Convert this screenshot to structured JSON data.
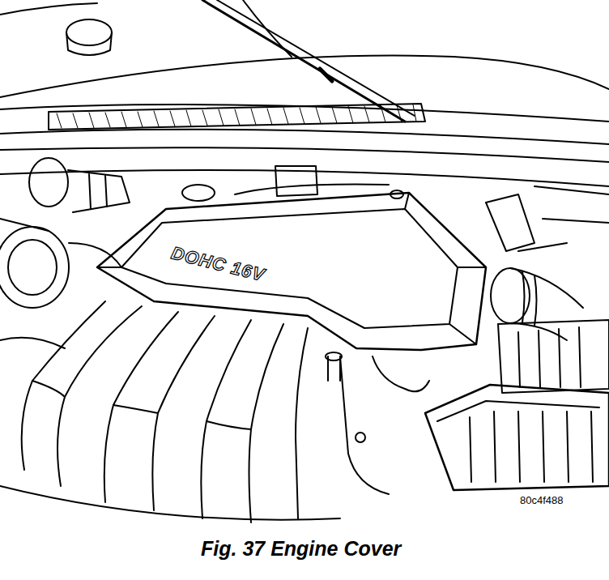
{
  "diagram": {
    "caption": "Fig. 37 Engine Cover",
    "labels": [
      "DOHC 16V",
      "80c4f488"
    ]
  }
}
